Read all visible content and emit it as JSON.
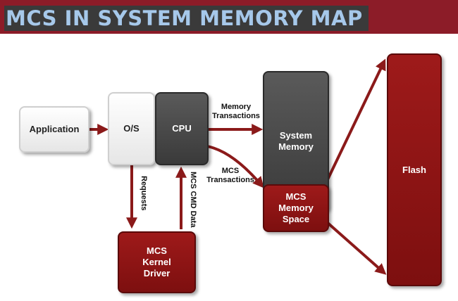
{
  "title": "MCS IN SYSTEM MEMORY MAP",
  "nodes": {
    "application": "Application",
    "os": "O/S",
    "cpu": "CPU",
    "system_memory": [
      "System",
      "Memory"
    ],
    "mcs_memory_space": [
      "MCS",
      "Memory",
      "Space"
    ],
    "flash": "Flash",
    "mcs_kernel_driver": [
      "MCS",
      "Kernel",
      "Driver"
    ]
  },
  "edges": {
    "memory_transactions": [
      "Memory",
      "Transactions"
    ],
    "mcs_transactions": [
      "MCS",
      "Transactions"
    ],
    "requests": "Requests",
    "mcs_cmd_data": "MCS CMD Data"
  },
  "colors": {
    "accent_red": "#8c1c28",
    "arrow_red": "#8b1a1a",
    "dark_box": "#444444",
    "title_text": "#a6c8ea"
  }
}
